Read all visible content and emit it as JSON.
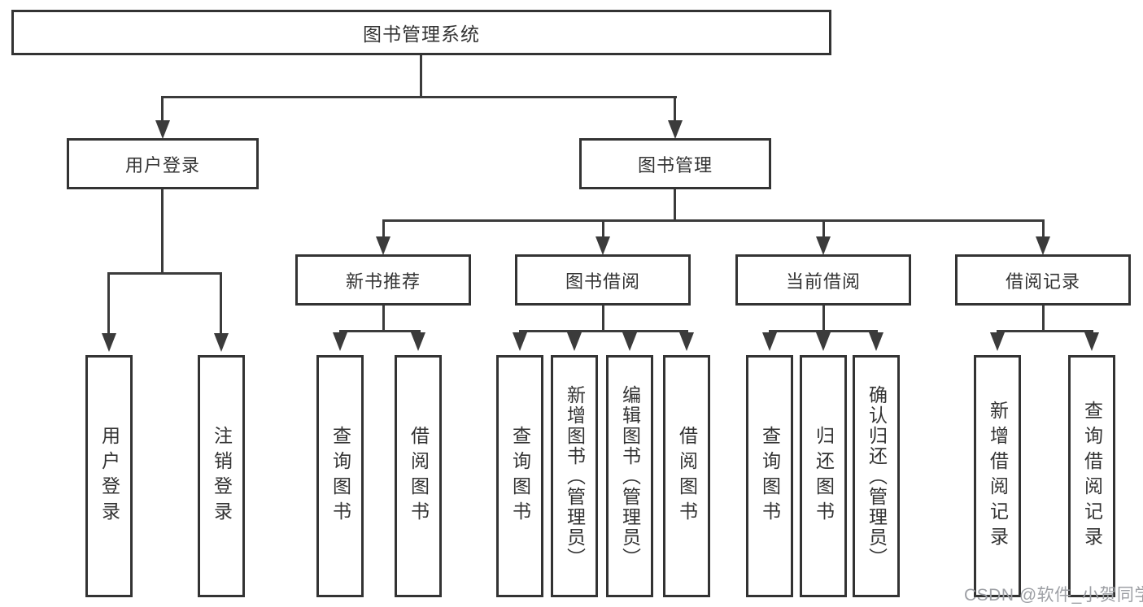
{
  "colors": {
    "line": "#3b3b3b",
    "box_border": "#333333",
    "box_fill": "#ffffff",
    "text": "#333333",
    "watermark": "#9ea0a5"
  },
  "tree": {
    "root": {
      "label": "图书管理系统"
    },
    "branches": [
      {
        "label": "用户登录",
        "children": [
          {
            "label": "用户登录"
          },
          {
            "label": "注销登录"
          }
        ]
      },
      {
        "label": "图书管理",
        "children": [
          {
            "label": "新书推荐",
            "children": [
              {
                "label": "查询图书"
              },
              {
                "label": "借阅图书"
              }
            ]
          },
          {
            "label": "图书借阅",
            "children": [
              {
                "label": "查询图书"
              },
              {
                "label": "新增图书（管理员）"
              },
              {
                "label": "编辑图书（管理员）"
              },
              {
                "label": "借阅图书"
              }
            ]
          },
          {
            "label": "当前借阅",
            "children": [
              {
                "label": "查询图书"
              },
              {
                "label": "归还图书"
              },
              {
                "label": "确认归还（管理员）"
              }
            ]
          },
          {
            "label": "借阅记录",
            "children": [
              {
                "label": "新增借阅记录"
              },
              {
                "label": "查询借阅记录"
              }
            ]
          }
        ]
      }
    ]
  },
  "watermark": {
    "text": "CSDN @软件_小贺同学"
  }
}
